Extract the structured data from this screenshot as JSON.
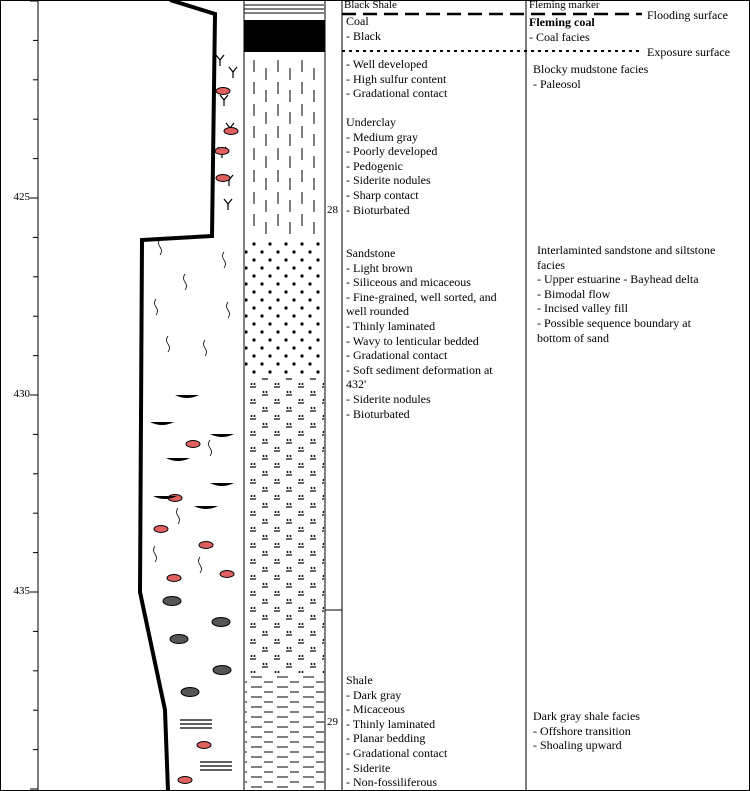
{
  "depth_ticks": [
    "425",
    "430",
    "435"
  ],
  "unit_numbers": [
    "28",
    "29"
  ],
  "lithology_header": "Black Shale",
  "facies_header": "Fleming marker",
  "surfaces": {
    "flooding": "Flooding surface",
    "exposure": "Exposure surface"
  },
  "descriptions": {
    "coal": {
      "title": "Coal",
      "items": [
        "- Black"
      ]
    },
    "underclay_top": {
      "items": [
        "- Well developed",
        "- High sulfur content",
        "- Gradational contact"
      ]
    },
    "underclay": {
      "title": "Underclay",
      "items": [
        "- Medium gray",
        "- Poorly developed",
        "- Pedogenic",
        "- Siderite nodules",
        "- Sharp contact",
        "- Bioturbated"
      ]
    },
    "sandstone": {
      "title": "Sandstone",
      "items": [
        "- Light brown",
        "- Siliceous and micaceous",
        "- Fine-grained, well sorted, and",
        "well rounded",
        "- Thinly laminated",
        "- Wavy to lenticular bedded",
        "- Gradational contact",
        "- Soft sediment deformation at",
        "432'",
        "- Siderite nodules",
        "- Bioturbated"
      ]
    },
    "shale": {
      "title": "Shale",
      "items": [
        "- Dark gray",
        "- Micaceous",
        "- Thinly laminated",
        "- Planar bedding",
        "- Gradational contact",
        "- Siderite",
        "- Non-fossiliferous"
      ]
    }
  },
  "facies": {
    "fleming_coal": {
      "title": "Fleming coal",
      "items": [
        "- Coal facies"
      ]
    },
    "mudstone": {
      "title": "Blocky mudstone facies",
      "items": [
        " - Paleosol"
      ]
    },
    "sandstone": {
      "title": "Interlaminted sandstone and siltstone",
      "items": [
        "facies",
        " - Upper estuarine - Bayhead delta",
        " - Bimodal flow",
        " - Incised valley fill",
        " - Possible sequence boundary at",
        "bottom of sand"
      ]
    },
    "shale": {
      "title": "Dark gray shale facies",
      "items": [
        " - Offshore transition",
        " - Shoaling upward"
      ]
    }
  },
  "colors": {
    "line": "#000000",
    "siderite_fill": "#e06060",
    "nodule_fill": "#555555"
  }
}
